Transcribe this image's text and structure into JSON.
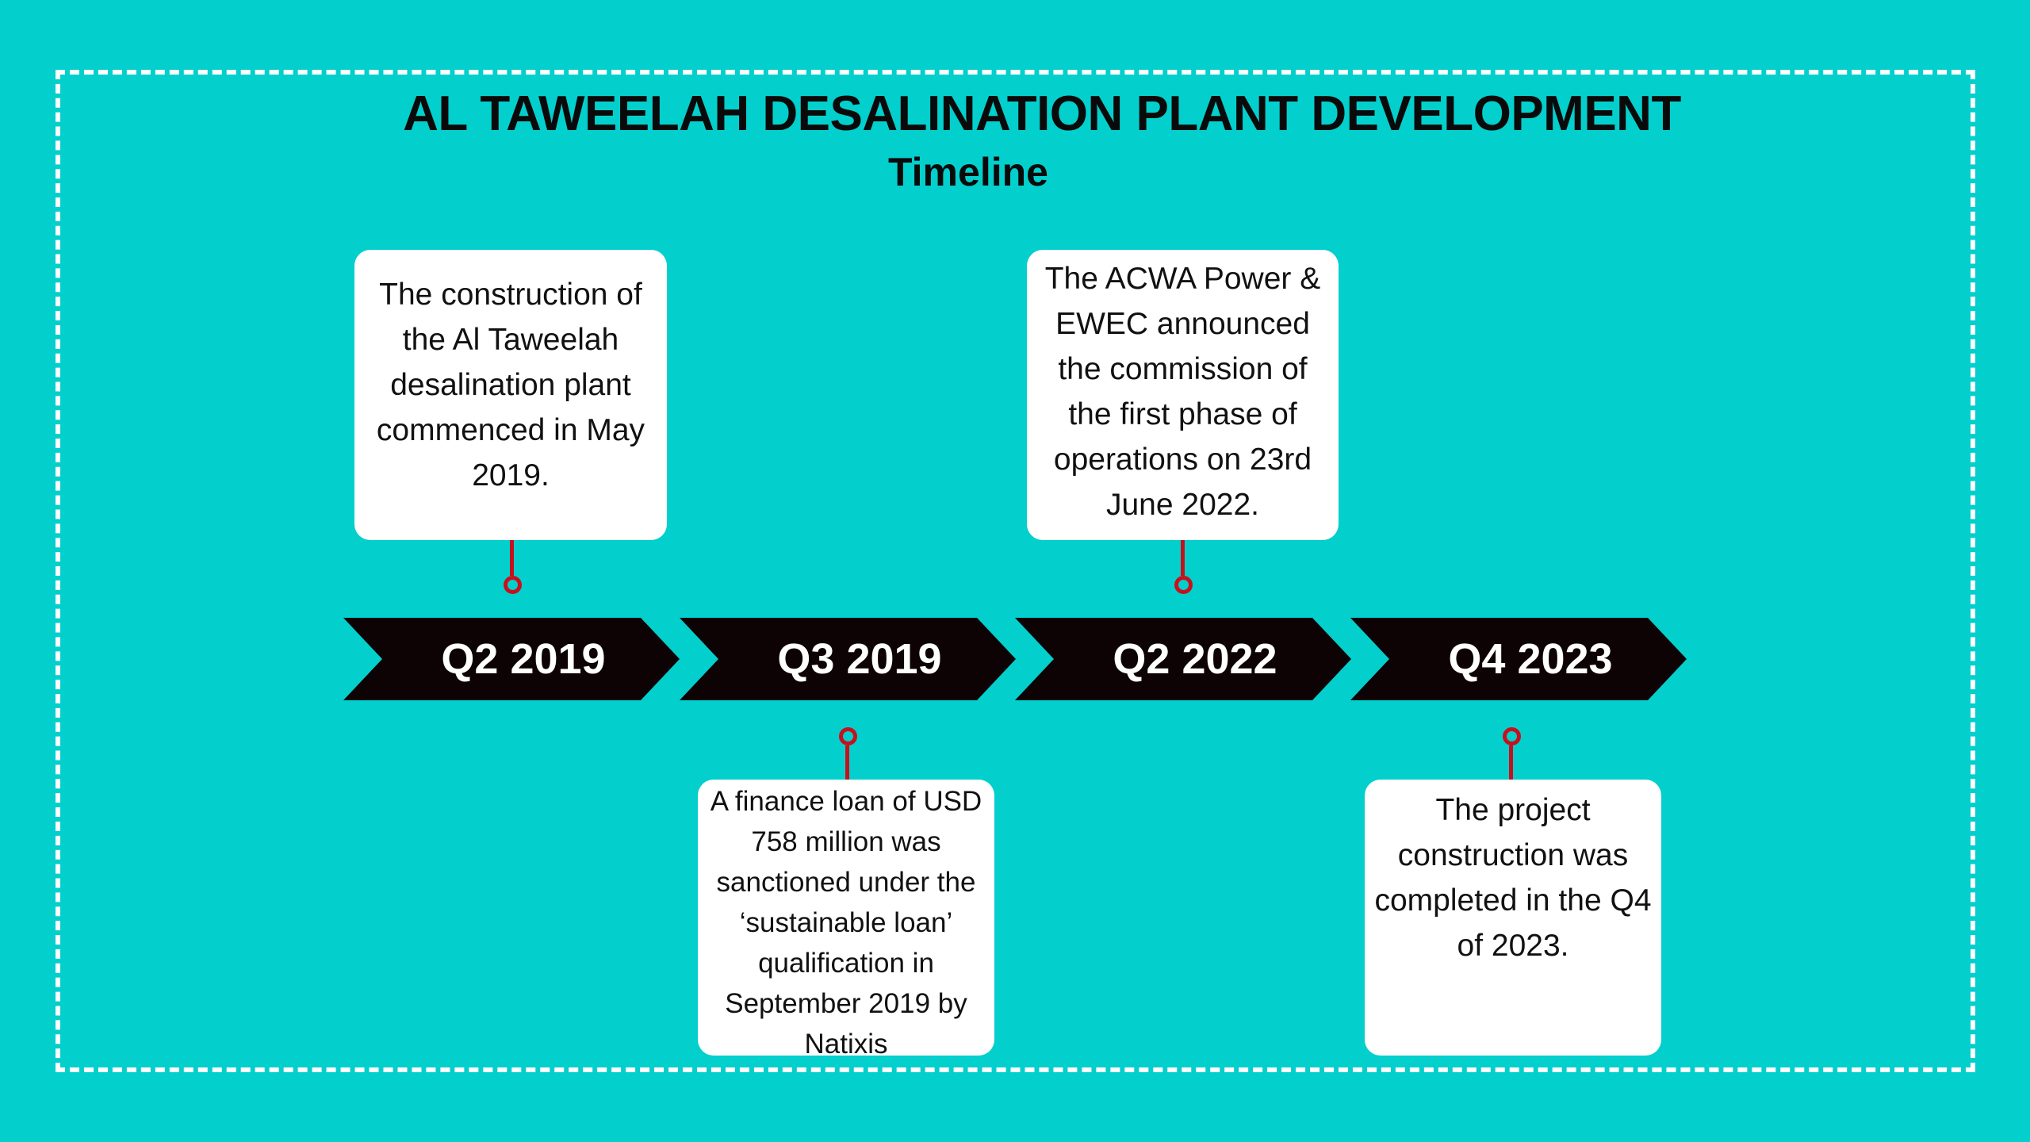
{
  "title": "AL TAWEELAH DESALINATION PLANT DEVELOPMENT",
  "subtitle": "Timeline",
  "colors": {
    "background": "#03cfcd",
    "chevron": "#0d0204",
    "pin": "#c8101c",
    "card": "#ffffff"
  },
  "milestones": [
    {
      "period": "Q2 2019",
      "text": "The construction of the Al Taweelah desalination plant commenced in May 2019."
    },
    {
      "period": "Q3 2019",
      "text": "A finance loan of USD 758 million was sanctioned under the ‘sustainable loan’ qualification in September 2019 by Natixis"
    },
    {
      "period": "Q2 2022",
      "text": "The ACWA Power & EWEC announced the commission of the first phase of operations on 23rd June 2022."
    },
    {
      "period": "Q4 2023",
      "text": "The project construction was completed in the Q4 of 2023."
    }
  ]
}
